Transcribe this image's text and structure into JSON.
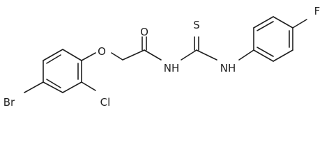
{
  "molecule": {
    "atoms": {
      "oxygen_ether": "O",
      "oxygen_carbonyl": "O",
      "nitrogen_amide": "NH",
      "nitrogen_thioamide": "NH",
      "sulfur": "S",
      "fluorine": "F",
      "bromine": "Br",
      "chlorine": "Cl"
    }
  }
}
